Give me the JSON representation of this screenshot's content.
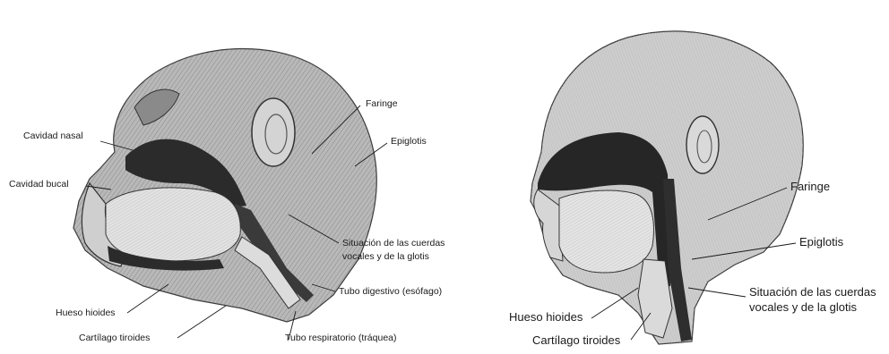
{
  "figure": {
    "left_panel": {
      "labels": {
        "cavidad_nasal": "Cavidad nasal",
        "cavidad_bucal": "Cavidad bucal",
        "faringe": "Faringe",
        "epiglotis": "Epiglotis",
        "cuerdas_line1": "Situación de las cuerdas",
        "cuerdas_line2": "vocales y de la glotis",
        "tubo_digestivo": "Tubo digestivo (esófago)",
        "hueso_hioides": "Hueso hioides",
        "cartilago_tiroides": "Cartílago tiroides",
        "tubo_respiratorio": "Tubo respiratorio (tráquea)"
      }
    },
    "right_panel": {
      "labels": {
        "faringe": "Faringe",
        "epiglotis": "Epiglotis",
        "cuerdas_line1": "Situación de las cuerdas",
        "cuerdas_line2": "vocales y de la glotis",
        "hueso_hioides": "Hueso hioides",
        "cartilago_tiroides": "Cartílago tiroides"
      }
    },
    "colors": {
      "ink": "#1a1a1a",
      "skin": "#c8c8c8",
      "fur": "#9a9a9a",
      "cavity": "#2b2b2b",
      "tissue": "#e2e2e2"
    }
  }
}
